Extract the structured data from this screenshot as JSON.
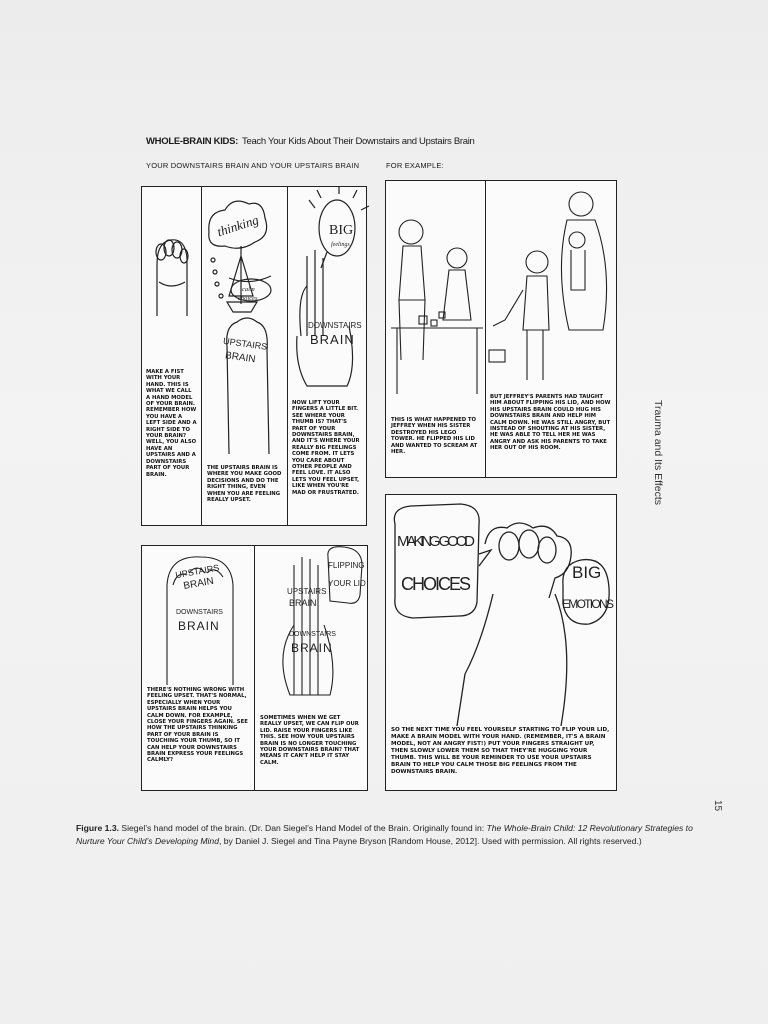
{
  "header": {
    "title_bold": "WHOLE-BRAIN KIDS:",
    "title_rest": "Teach Your Kids About Their Downstairs and Upstairs Brain"
  },
  "left_heading": "YOUR DOWNSTAIRS BRAIN AND YOUR UPSTAIRS BRAIN",
  "right_heading": "FOR EXAMPLE:",
  "captions": {
    "p1": "MAKE A FIST WITH YOUR HAND. THIS IS WHAT WE CALL A HAND MODEL OF YOUR BRAIN. REMEMBER HOW YOU HAVE A LEFT SIDE AND A RIGHT SIDE TO YOUR BRAIN? WELL, YOU ALSO HAVE AN UPSTAIRS AND A DOWNSTAIRS PART OF YOUR BRAIN.",
    "p2": "THE UPSTAIRS BRAIN IS WHERE YOU MAKE GOOD DECISIONS AND DO THE RIGHT THING, EVEN WHEN YOU ARE FEELING REALLY UPSET.",
    "p3": "NOW LIFT YOUR FINGERS A LITTLE BIT. SEE WHERE YOUR THUMB IS? THAT'S PART OF YOUR DOWNSTAIRS BRAIN, AND IT'S WHERE YOUR REALLY BIG FEELINGS COME FROM. IT LETS YOU CARE ABOUT OTHER PEOPLE AND FEEL LOVE. IT ALSO LETS YOU FEEL UPSET, LIKE WHEN YOU'RE MAD OR FRUSTRATED.",
    "p4": "THIS IS WHAT HAPPENED TO JEFFREY WHEN HIS SISTER DESTROYED HIS LEGO TOWER. HE FLIPPED HIS LID AND WANTED TO SCREAM AT HER.",
    "p5": "BUT JEFFREY'S PARENTS HAD TAUGHT HIM ABOUT FLIPPING HIS LID, AND HOW HIS UPSTAIRS BRAIN COULD HUG HIS DOWNSTAIRS BRAIN AND HELP HIM CALM DOWN. HE WAS STILL ANGRY, BUT INSTEAD OF SHOUTING AT HIS SISTER, HE WAS ABLE TO TELL HER HE WAS ANGRY AND ASK HIS PARENTS TO TAKE HER OUT OF HIS ROOM.",
    "p6": "THERE'S NOTHING WRONG WITH FEELING UPSET. THAT'S NORMAL, ESPECIALLY WHEN YOUR UPSTAIRS BRAIN HELPS YOU CALM DOWN. FOR EXAMPLE, CLOSE YOUR FINGERS AGAIN. SEE HOW THE UPSTAIRS THINKING PART OF YOUR BRAIN IS TOUCHING YOUR THUMB, SO IT CAN HELP YOUR DOWNSTAIRS BRAIN EXPRESS YOUR FEELINGS CALMLY?",
    "p7": "SOMETIMES WHEN WE GET REALLY UPSET, WE CAN FLIP OUR LID. RAISE YOUR FINGERS LIKE THIS. SEE HOW YOUR UPSTAIRS BRAIN IS NO LONGER TOUCHING YOUR DOWNSTAIRS BRAIN? THAT MEANS IT CAN'T HELP IT STAY CALM.",
    "p8": "SO THE NEXT TIME YOU FEEL YOURSELF STARTING TO FLIP YOUR LID, MAKE A BRAIN MODEL WITH YOUR HAND. (REMEMBER, IT'S A BRAIN MODEL, NOT AN ANGRY FIST!) PUT YOUR FINGERS STRAIGHT UP, THEN SLOWLY LOWER THEM SO THAT THEY'RE HUGGING YOUR THUMB. THIS WILL BE YOUR REMINDER TO USE YOUR UPSTAIRS BRAIN TO HELP YOU CALM THOSE BIG FEELINGS FROM THE DOWNSTAIRS BRAIN."
  },
  "art_labels": {
    "thinking": "thinking",
    "calm": "calm",
    "choices": "choices",
    "upstairs": "UPSTAIRS",
    "brain": "BRAIN",
    "downstairs": "DOWNSTAIRS",
    "big": "BIG",
    "feelings": "feelings",
    "flipping": "FLIPPING",
    "your_lid": "YOUR LID",
    "making_good": "MAKING GOOD",
    "choices_caps": "CHOICES",
    "big_caps": "BIG",
    "emotions": "EMOTIONS"
  },
  "side_title": "Trauma and Its Effects",
  "page_number": "15",
  "figure_caption": {
    "label": "Figure 1.3.",
    "text1": "Siegel’s hand model of the brain. (Dr. Dan Siegel’s Hand Model of the Brain. Originally found in: ",
    "book": "The Whole-Brain Child: 12 Revolutionary Strategies to Nurture Your Child’s Developing Mind",
    "text2": ", by Daniel J. Siegel and Tina Payne Bryson [Random House, 2012]. Used with permission. All rights reserved.)"
  }
}
